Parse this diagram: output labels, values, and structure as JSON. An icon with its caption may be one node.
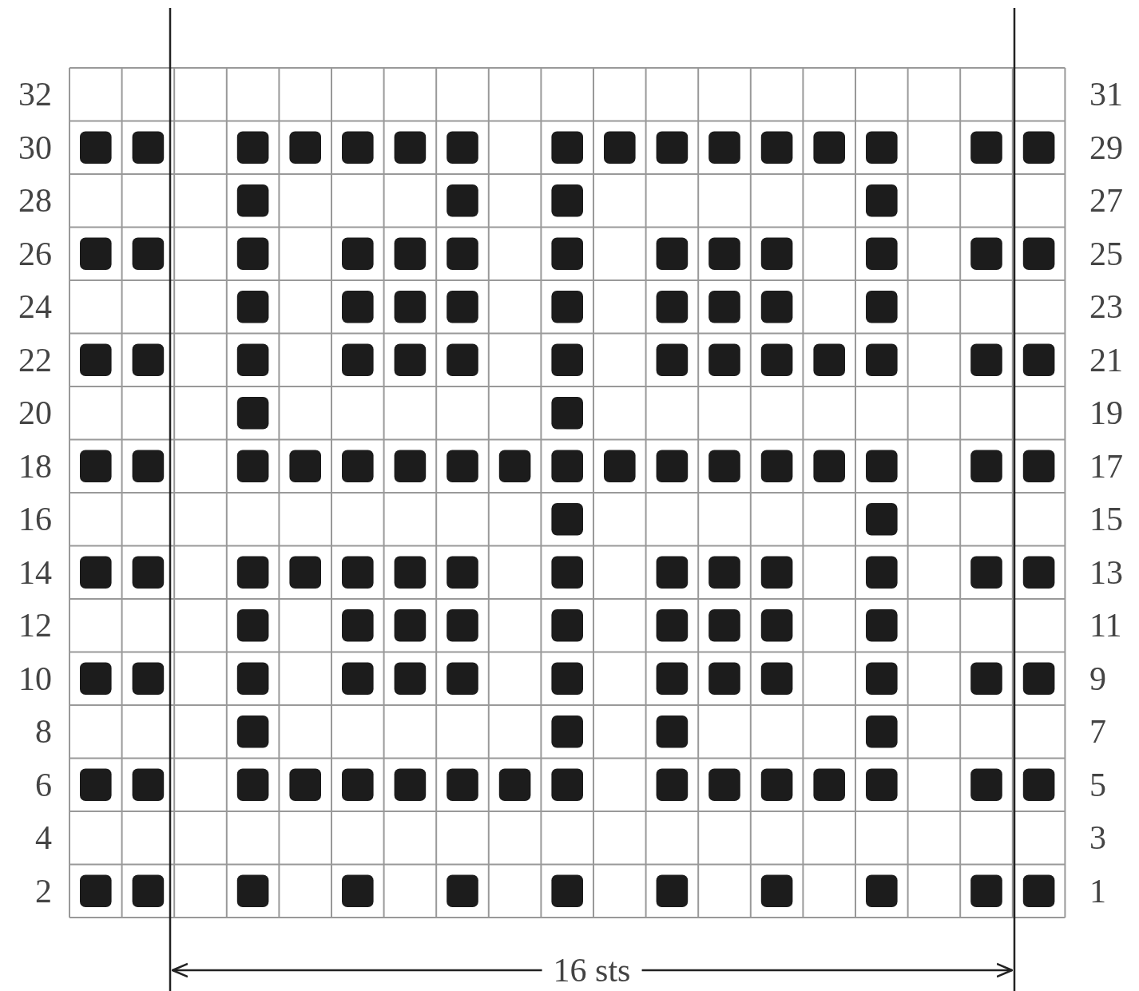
{
  "diagram": {
    "labels": [
      "32",
      "31",
      "30",
      "29",
      "28",
      "27",
      "26",
      "25",
      "24",
      "23",
      "22",
      "21",
      "20",
      "19",
      "18",
      "17",
      "16",
      "15",
      "14",
      "13",
      "12",
      "11",
      "10",
      "9",
      "8",
      "7",
      "6",
      "5",
      "4",
      "3",
      "2",
      "1",
      "16 sts"
    ]
  }
}
